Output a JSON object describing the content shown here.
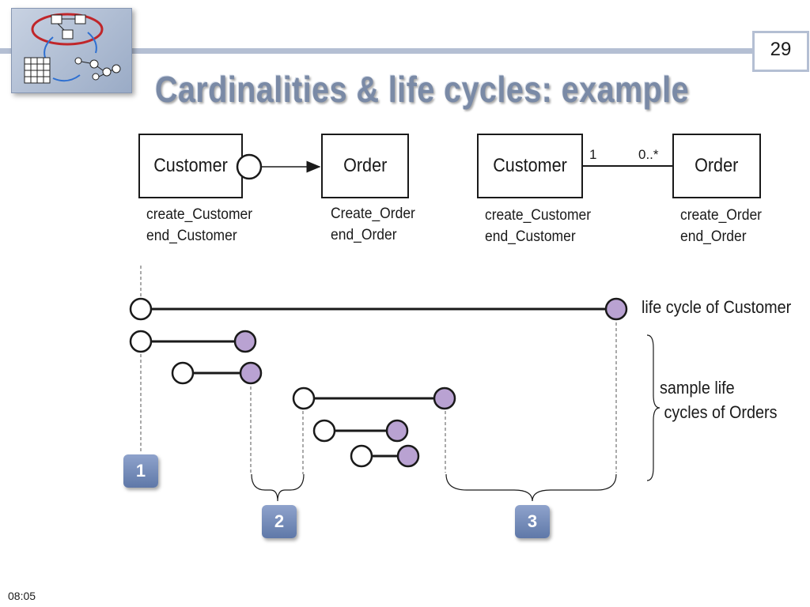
{
  "slide": {
    "title": "Cardinalities & life cycles: example",
    "page_number": "29",
    "time": "08:05"
  },
  "left_model": {
    "customer": {
      "name": "Customer",
      "ops": "create_Customer\nend_Customer"
    },
    "order": {
      "name": "Order",
      "ops": "Create_Order\nend_Order"
    }
  },
  "right_model": {
    "customer": {
      "name": "Customer",
      "ops": "create_Customer\nend_Customer"
    },
    "order": {
      "name": "Order",
      "ops": "create_Order\nend_Order"
    },
    "cardinality_customer_end": "1",
    "cardinality_order_end": "0..*"
  },
  "lifecycles": {
    "customer_label": "life cycle of Customer",
    "orders_label": "sample life\n cycles of Orders"
  },
  "badges": [
    "1",
    "2",
    "3"
  ],
  "colors": {
    "end_state_fill": "#b9a2d2",
    "badge": "#7088b8",
    "accent_line": "#b4bfd3"
  }
}
